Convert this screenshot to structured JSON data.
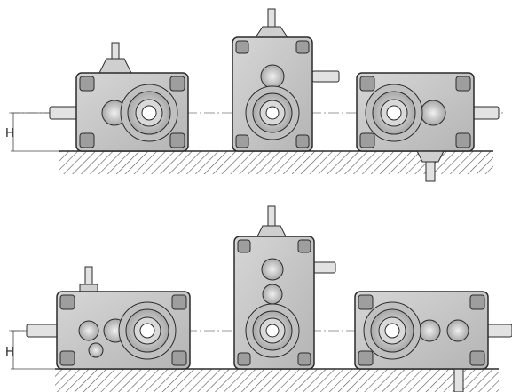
{
  "labels": {
    "height_top": "H",
    "height_bottom": "H"
  },
  "colors": {
    "housing": "#c9c9c9",
    "housing_dark": "#9e9e9e",
    "outline": "#2b2b2b",
    "shaft": "#e2e2e2",
    "hatch": "#555555",
    "axis": "#777777"
  },
  "rows": [
    {
      "name": "row-1",
      "views": [
        {
          "name": "horizontal-gearbox-input-left-vertical-up"
        },
        {
          "name": "vertical-gearbox-input-top-right-side"
        },
        {
          "name": "horizontal-gearbox-input-right-vertical-down"
        }
      ]
    },
    {
      "name": "row-2",
      "views": [
        {
          "name": "long-horizontal-gearbox-input-left"
        },
        {
          "name": "tall-vertical-gearbox-input-top-right-side"
        },
        {
          "name": "long-horizontal-gearbox-input-right-vertical-down"
        }
      ]
    }
  ]
}
